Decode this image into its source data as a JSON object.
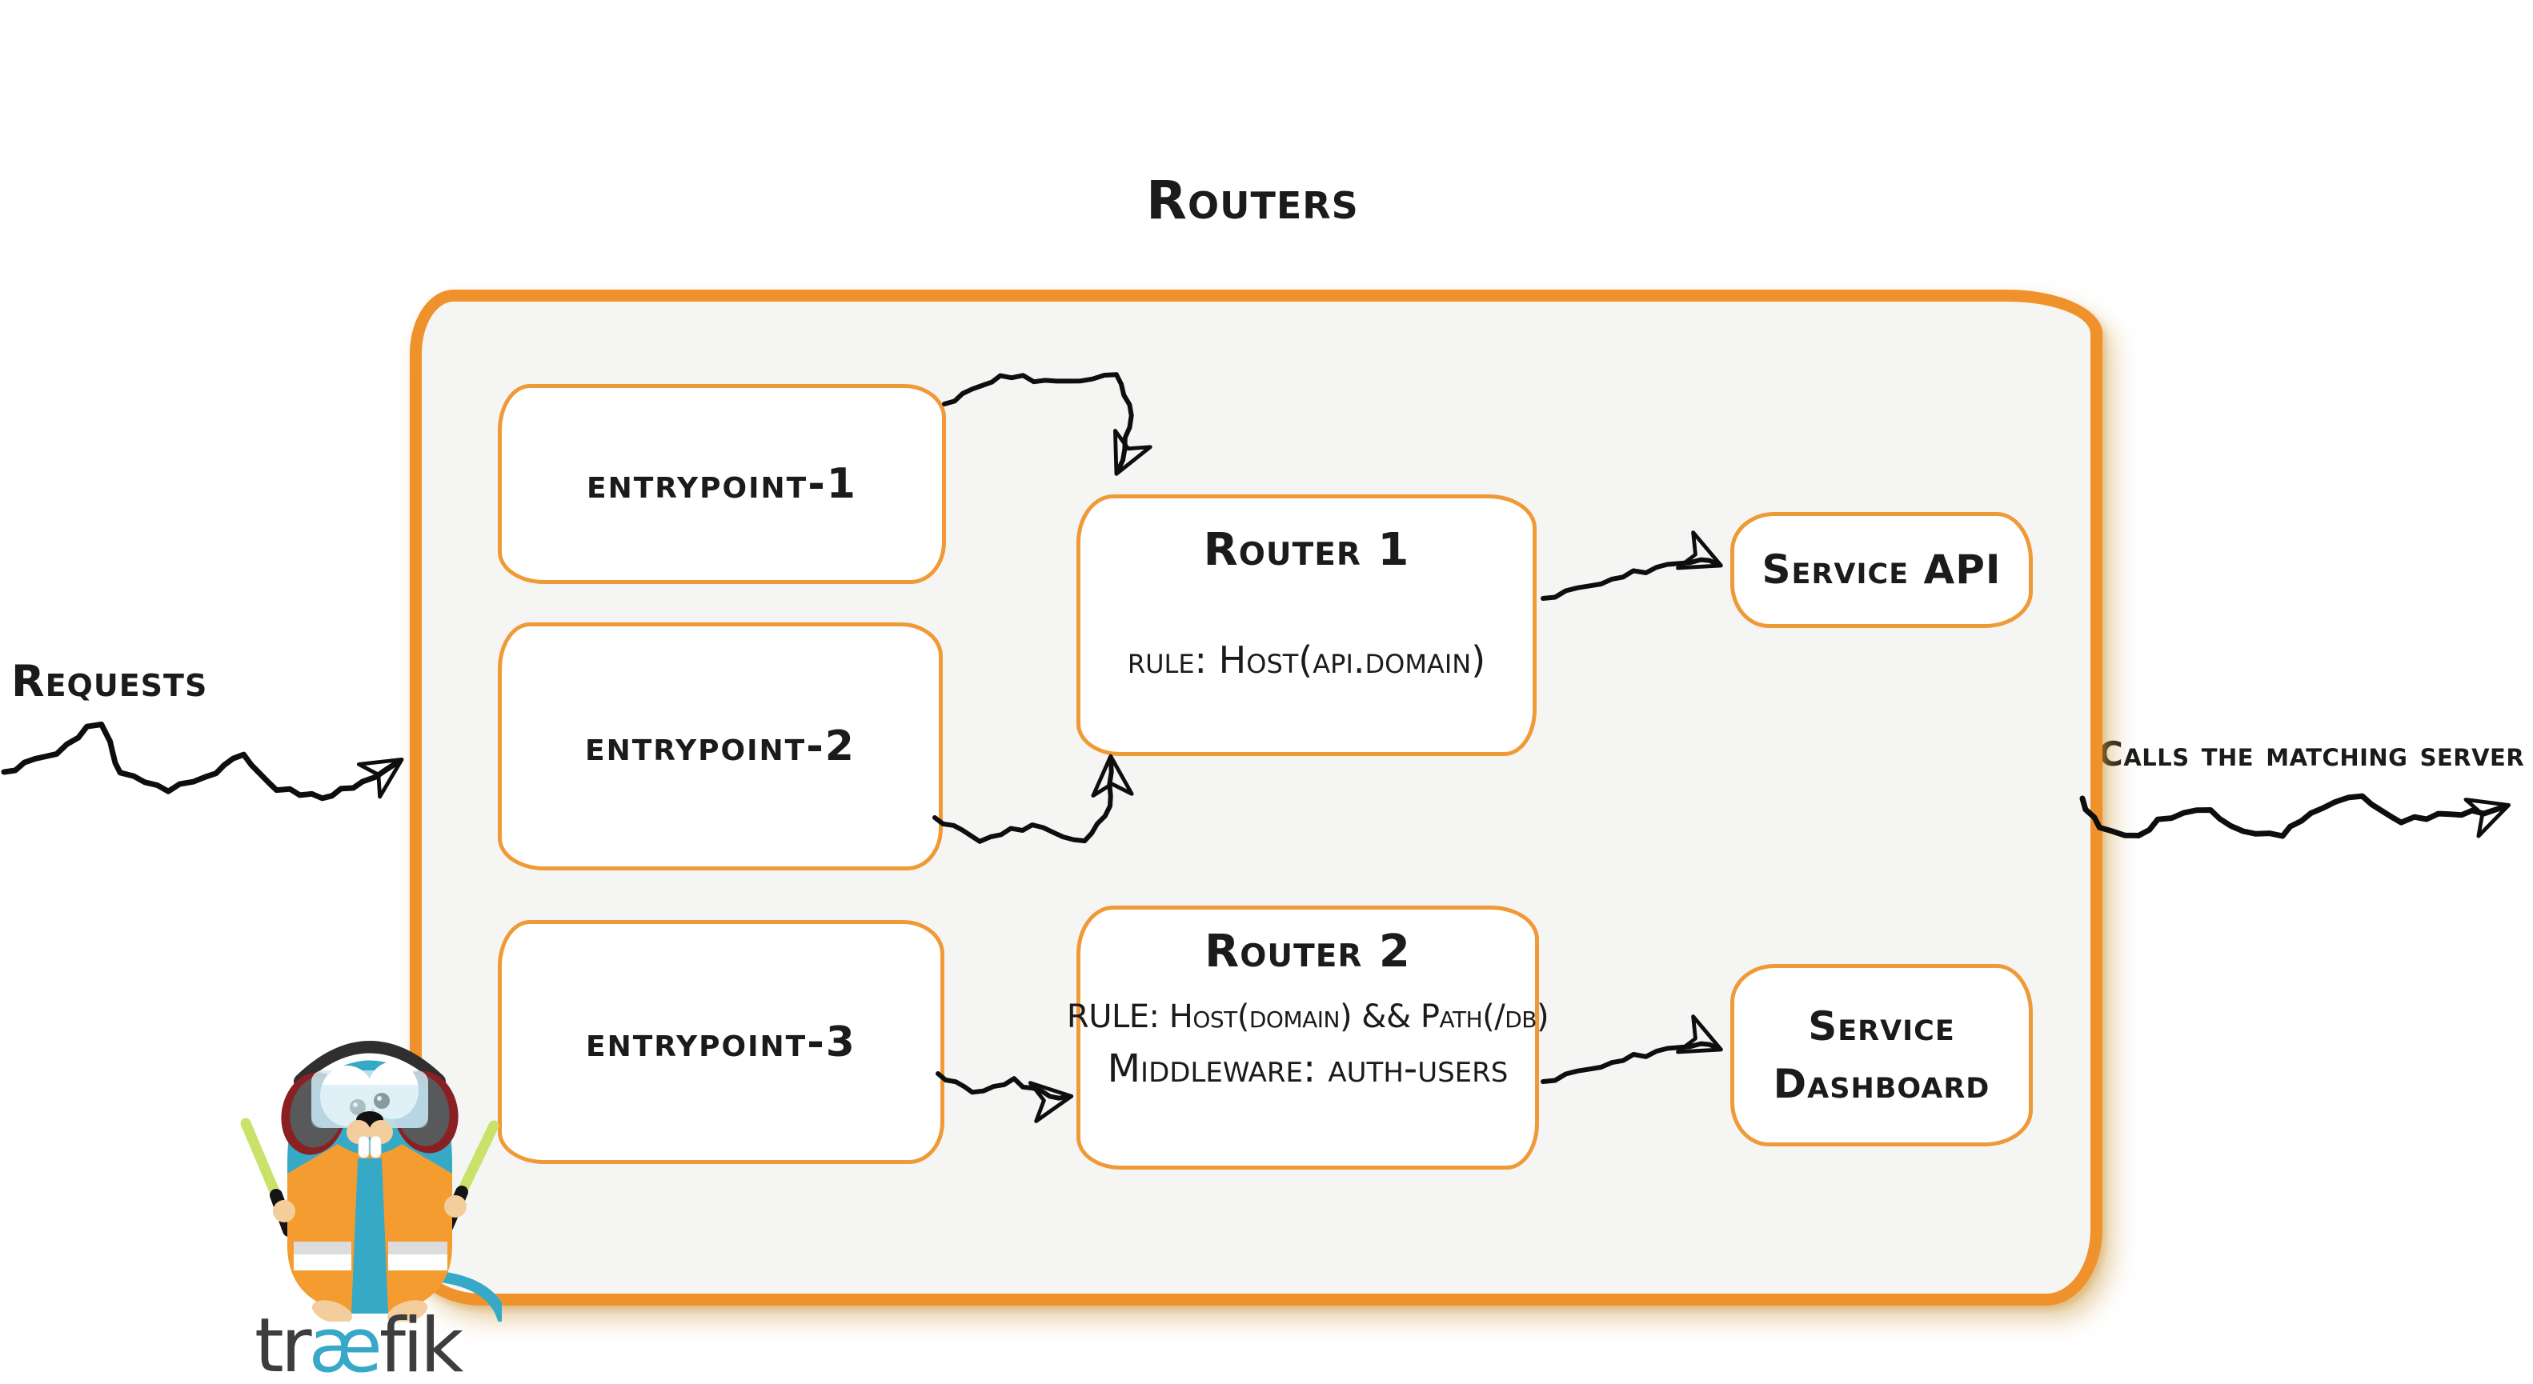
{
  "diagram": {
    "title": "Routers",
    "labels": {
      "requests": "Requests",
      "calls": "Calls the matching server"
    },
    "entrypoints": [
      {
        "label": "entrypoint-1"
      },
      {
        "label": "entrypoint-2"
      },
      {
        "label": "entrypoint-3"
      }
    ],
    "routers": [
      {
        "title": "Router 1",
        "rule": "rule: Host(api.domain)"
      },
      {
        "title": "Router 2",
        "rule": "RULE: Host(domain) && Path(/db)",
        "middleware": "Middleware: auth-users"
      }
    ],
    "services": [
      {
        "label": "Service API"
      },
      {
        "label": "Service Dashboard"
      }
    ],
    "logo": {
      "icon": "traefik-gopher-logo",
      "wordmark_prefix": "tr",
      "wordmark_ae": "æ",
      "wordmark_suffix": "fik"
    },
    "colors": {
      "container_border": "#F0922B",
      "node_border": "#F09A37",
      "container_fill": "#F5F5F4",
      "text": "#1B1B1B",
      "arrow": "#0E0E0E",
      "gopher_teal": "#36A9C7",
      "vest_orange": "#F59C31",
      "logo_blue": "#38A8C8",
      "logo_dark": "#3D3D3D"
    }
  }
}
